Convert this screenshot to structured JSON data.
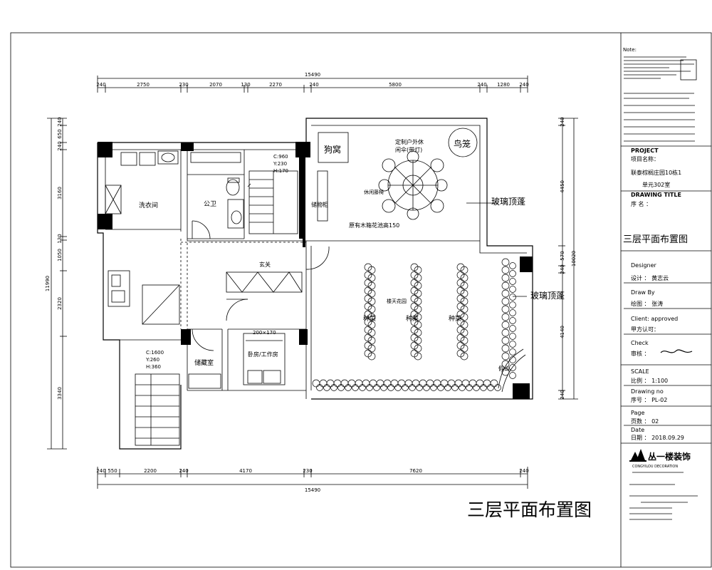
{
  "drawing": {
    "main_title": "三层平面布置图",
    "overall_width": "15490",
    "overall_height": "11990"
  },
  "dimensions": {
    "top": [
      "240",
      "2750",
      "230",
      "2070",
      "130",
      "2270",
      "240",
      "5800",
      "240",
      "1280",
      "240"
    ],
    "bottom": [
      "240",
      "550",
      "2200",
      "240",
      "4170",
      "230",
      "7620",
      "240"
    ],
    "left": [
      "240",
      "650",
      "240",
      "3160",
      "130",
      "1050",
      "2320",
      "3340"
    ],
    "right": [
      "240",
      "4450",
      "570",
      "240",
      "4140",
      "240"
    ],
    "right_total": "10020"
  },
  "rooms": {
    "dog_house": "狗窝",
    "bird_cage": "鸟笼",
    "umbrella_line1": "定制户外休",
    "umbrella_line2": "闲伞(带灯)",
    "rattan": "休闲藤椅",
    "glass_roof_1": "玻璃顶蓬",
    "glass_roof_2": "玻璃顶蓬",
    "laundry": "洗衣间",
    "toilet": "公卫",
    "storage_cabinet": "储物柜",
    "planter": "原有木箱花池高150",
    "stair_1": [
      "C:960",
      "Y:230",
      "H:170"
    ],
    "stair_2": [
      "C:1600",
      "Y:260",
      "H:360"
    ],
    "hall_label": "玄关",
    "storage_room": "储藏室",
    "bedroom": "卧房/工作房",
    "bed": "200×170",
    "roof_garden": "楼天花园",
    "plant_1": "种菜",
    "plant_2": "种菜",
    "plant_3": "种菜",
    "rockery": "假山"
  },
  "title_block": {
    "notes_header": "Note:",
    "project_label": "PROJECT",
    "project_name_label": "项目名称：",
    "project_name_line1": "联泰棕榈庄园10栋1",
    "project_name_line2": "单元302室",
    "drawing_title_label": "DRAWING  TITLE",
    "seq_label": "序  名  ：",
    "drawing_title": "三层平面布置图",
    "designer_en": "Designer",
    "designer_cn": "设计  ：  黄志云",
    "drawby_en": "Draw By",
    "drawby_cn": "绘图  ：  张涛",
    "client_en": "Client: approved",
    "client_cn": "甲方认可：",
    "check_en": "Check",
    "check_cn": "审核  ：",
    "scale_en": "SCALE",
    "scale_cn": "比例  ：  1:100",
    "drawingno_en": "Drawing  no",
    "drawingno_cn": "序号  ：  PL-02",
    "page_en": "Page",
    "page_cn": "页数  ：  02",
    "date_en": "Date",
    "date_cn": "日期  ：  2018.09.29",
    "company": "丛一楼装饰",
    "company_en": "CONGYILOU DECORATION"
  }
}
